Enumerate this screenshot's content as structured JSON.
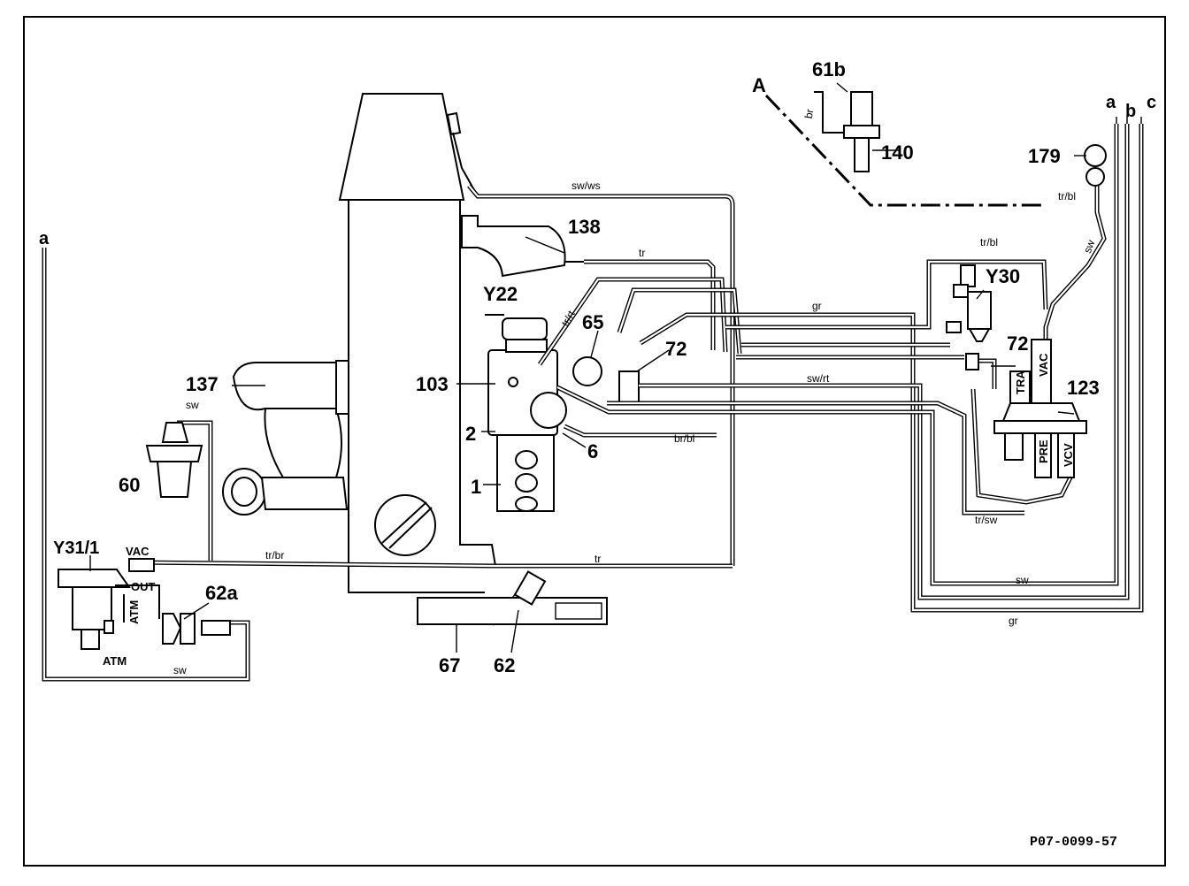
{
  "diagram": {
    "reference": "P07-0099-57",
    "parts": {
      "p1": "1",
      "p2": "2",
      "p6": "6",
      "p60": "60",
      "p61b": "61b",
      "p62": "62",
      "p62a": "62a",
      "p65": "65",
      "p67": "67",
      "p72a": "72",
      "p72b": "72",
      "p103": "103",
      "p123": "123",
      "p137": "137",
      "p138": "138",
      "p140": "140",
      "p179": "179",
      "y22": "Y22",
      "y30": "Y30",
      "y31": "Y31/1",
      "A": "A"
    },
    "edge_refs": {
      "a_left": "a",
      "a_right": "a",
      "b_right": "b",
      "c_right": "c"
    },
    "hoses": {
      "sw_ws": "sw/ws",
      "tr_top": "tr",
      "tr_rt": "tr/rt",
      "gr_top": "gr",
      "sw_rt": "sw/rt",
      "br_bl_mid": "br/bl",
      "tr_bl_top": "tr/bl",
      "tr_bl_179": "tr/bl",
      "sw_179": "sw",
      "br_61b": "br",
      "sw_60": "sw",
      "tr_br": "tr/br",
      "tr_bottom": "tr",
      "sw_bottom_left": "sw",
      "tr_sw": "tr/sw",
      "sw_bottom_right": "sw",
      "gr_bottom_right": "gr"
    },
    "ports": {
      "vac_y31": "VAC",
      "out_y31": "OUT",
      "atm_y31_side": "ATM",
      "atm_y31_bottom": "ATM",
      "tra_123": "TRA",
      "vac_123": "VAC",
      "pre_123": "PRE",
      "vcv_123": "VCV"
    }
  }
}
